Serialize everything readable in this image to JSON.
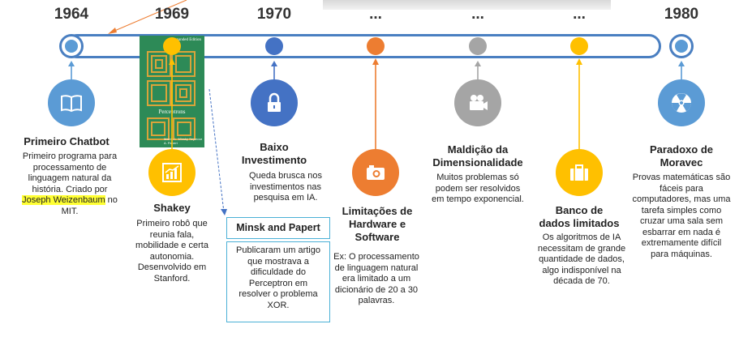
{
  "timeline": {
    "years": [
      "1964",
      "1969",
      "1970",
      "...",
      "...",
      "...",
      "1980"
    ]
  },
  "book": {
    "edition": "Expanded Edition",
    "title": "Perceptrons",
    "authors": "Marvin L. Minsky  Seymour A. Papert"
  },
  "events": [
    {
      "title": "Primeiro Chatbot",
      "desc_before": "Primeiro programa para processamento de linguagem natural da história. Criado por ",
      "desc_highlight": "Joseph Weizenbaum",
      "desc_after": " no MIT.",
      "color": "#5b9bd5",
      "icon": "book-icon"
    },
    {
      "title": "Shakey",
      "desc": "Primeiro robô que reunia fala, mobilidade  e certa autonomia. Desenvolvido em Stanford.",
      "color": "#ffc000",
      "icon": "chart-icon"
    },
    {
      "title": "Baixo Investimento",
      "desc": "Queda brusca nos investimentos nas pesquisa em IA.",
      "color": "#4472c4",
      "icon": "lock-icon"
    },
    {
      "title": "Limitações de Hardware e Software",
      "desc": "Ex: O processamento de linguagem natural era limitado a um dicionário de 20 a 30 palavras.",
      "color": "#ed7d31",
      "icon": "camera-icon"
    },
    {
      "title": "Maldição da Dimensionalidade",
      "desc": "Muitos problemas só podem ser resolvidos em tempo exponencial.",
      "color": "#a5a5a5",
      "icon": "video-camera-icon"
    },
    {
      "title": "Banco de dados limitados",
      "desc": "Os algoritmos de IA necessitam de grande quantidade de dados, algo indisponível na década de 70.",
      "color": "#ffc000",
      "icon": "briefcase-icon"
    },
    {
      "title": "Paradoxo de Moravec",
      "desc": "Provas matemáticas são fáceis para computadores, mas uma tarefa simples como cruzar uma sala sem esbarrar em nada é extremamente difícil para máquinas.",
      "color": "#5b9bd5",
      "icon": "radiation-icon"
    }
  ],
  "callout": {
    "title": "Minsk and Papert",
    "desc": "Publicaram um artigo que mostrava a dificuldade do Perceptron em resolver o problema XOR."
  }
}
